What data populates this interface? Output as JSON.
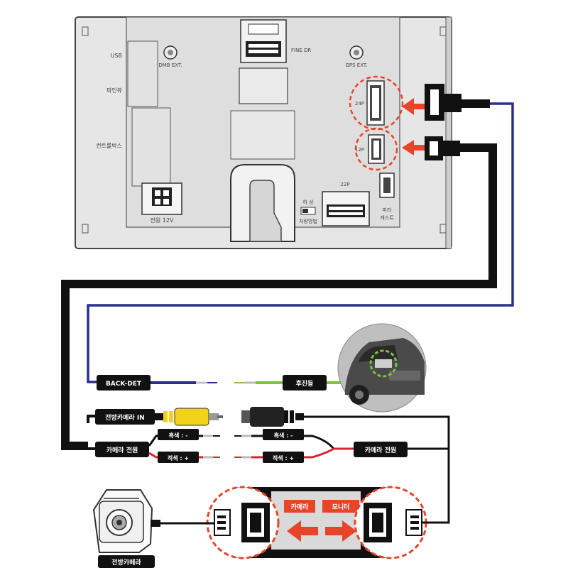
{
  "unit_panel": {
    "port_labels": {
      "usb": "USB",
      "finview": "파인뷰",
      "control_box": "컨트롤박스",
      "power": "전원 12V",
      "dmb": "DMB EXT.",
      "fine_dr": "FINE DR",
      "gps": "GPS EXT.",
      "p24": "24P",
      "p12": "12P",
      "p22": "22P",
      "shipping_top": "하 상",
      "shipping_bottom": "차량방법",
      "camera_test_1": "미러",
      "camera_test_2": "캐스트"
    }
  },
  "wiring": {
    "back_det": "BACK-DET",
    "reverse_light": "후진등",
    "front_camera_in": "전방카메라 IN",
    "camera_power_left": "카메라 전원",
    "camera_power_right": "카메라 전원",
    "black_minus_left": "흑색 : -",
    "red_plus_left": "적색 : +",
    "black_minus_right": "흑색 : -",
    "red_plus_right": "적색 : +"
  },
  "adapter": {
    "camera": "카메라",
    "monitor": "모니터"
  },
  "front_camera_caption": "전방카메라",
  "colors": {
    "highlight_red": "#e8442a",
    "wire_blue": "#2a2f8f",
    "wire_green": "#7cc243",
    "wire_red": "#d9262c",
    "rca_yellow": "#f2d21b",
    "panel_gray": "#e6e6e6",
    "label_black": "#111111"
  }
}
